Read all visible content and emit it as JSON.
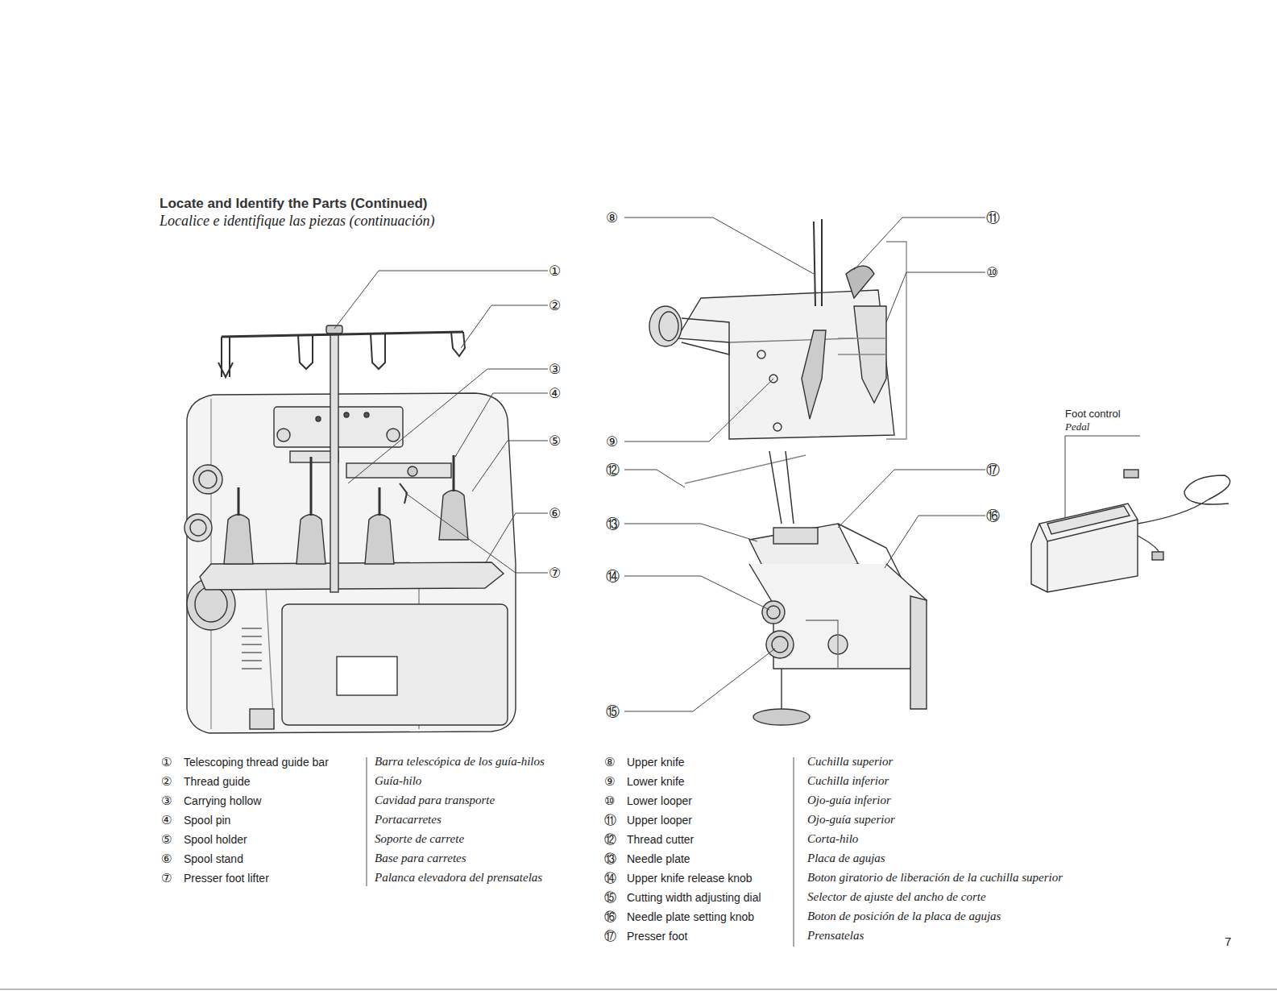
{
  "diagram": {
    "title": "Locate and Identify the Parts (Continued)",
    "labels": [
      "Localice e identifique las piezas (continuación)",
      "①",
      "②",
      "③",
      "④",
      "⑤",
      "⑥",
      "⑦",
      "⑧",
      "⑪",
      "⑩",
      "⑨",
      "⑫",
      "⑰",
      "⑬",
      "⑯",
      "⑭",
      "⑮",
      "Foot control",
      "Pedal",
      "①",
      "Telescoping thread guide bar",
      "Barra telescópica de los guía-hilos",
      "②",
      "Thread guide",
      "Guía-hilo",
      "③",
      "Carrying hollow",
      "Cavidad para transporte",
      "④",
      "Spool pin",
      "Portacarretes",
      "⑤",
      "Spool holder",
      "Soporte de carrete",
      "⑥",
      "Spool stand",
      "Base para carretes",
      "⑦",
      "Presser foot lifter",
      "Palanca elevadora del prensatelas",
      "⑧",
      "Upper knife",
      "Cuchilla superior",
      "⑨",
      "Lower knife",
      "Cuchilla inferior",
      "⑩",
      "Lower looper",
      "Ojo-guía inferior",
      "⑪",
      "Upper looper",
      "Ojo-guía superior",
      "⑫",
      "Thread cutter",
      "Corta-hilo",
      "⑬",
      "Needle plate",
      "Placa de agujas",
      "⑭",
      "Upper knife release knob",
      "Boton giratorio de liberación de la cuchilla superior",
      "⑮",
      "Cutting width adjusting dial",
      "Selector de ajuste del ancho de corte",
      "⑯",
      "Needle plate setting knob",
      "Boton de posición de la placa de agujas",
      "⑰",
      "Presser foot",
      "Prensatelas",
      "7"
    ]
  }
}
